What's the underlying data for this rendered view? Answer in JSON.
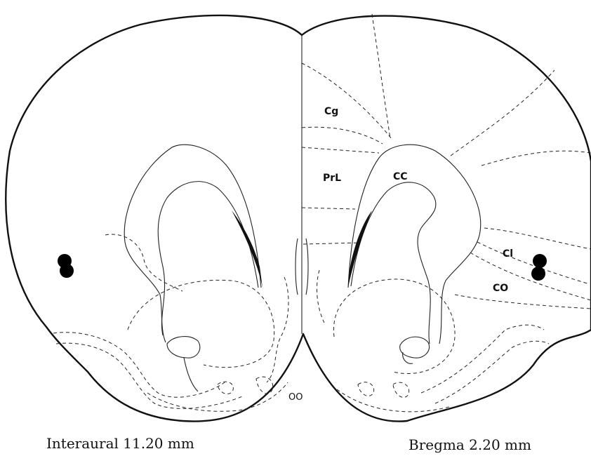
{
  "labels": {
    "cg": "Cg",
    "prl": "PrL",
    "cc": "CC",
    "cl": "Cl",
    "co": "CO",
    "oo": "OO"
  },
  "captions": {
    "interaural": "Interaural 11.20 mm",
    "bregma": "Bregma 2.20 mm"
  },
  "injection_sites": {
    "left_hemisphere": 2,
    "right_hemisphere": 2
  }
}
